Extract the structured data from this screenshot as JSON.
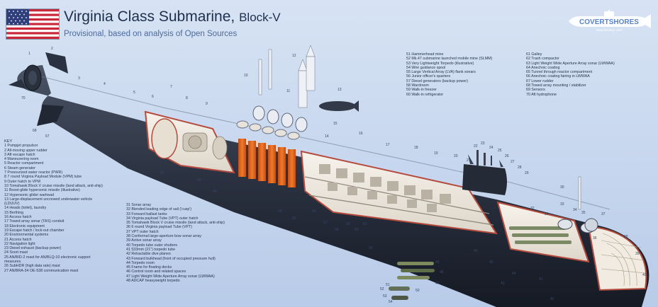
{
  "header": {
    "title": "Virginia Class Submarine,",
    "title_block": "Block-V",
    "subtitle": "Provisional, based on analysis of Open Sources",
    "logo_text": "COVERTSHORES",
    "logo_url": "www.hisutton.com"
  },
  "colors": {
    "hull": "#2c3342",
    "hull_dark": "#1d222d",
    "cutaway": "#f3eee6",
    "interior_red": "#b54a3d",
    "missile_tubes": "#e06a22",
    "background": "#cddbf0"
  },
  "key": {
    "heading": "KEY",
    "items": [
      "1 Pumpjet propulsor",
      "2 All-moving upper rudder",
      "3 Aft escape hatch",
      "4 Maneuvering room",
      "5 Reactor compartment",
      "6 Steam generator",
      "7 Pressurized water reactor (PWR)",
      "8 7 round Virginia Payload Module (VPM) tube",
      "9 Outer hatch to VPM",
      "10 Tomahawk Block V cruise missile (land attack, anti-ship)",
      "11 Boost-glide hypersonic missile (illustrative)",
      "12 Hypersonic glider warhead",
      "13 Large-displacement uncrewed underwater vehicle (LDUUV)",
      "14 Heads (toilet), laundry",
      "15 Berthing",
      "16 Access hatch",
      "17 Towed array sonar (TAS) conduit",
      "18 Electronic equipment",
      "19 Escape hatch / lock-out chamber",
      "20 Environmental systems",
      "21 Access hatch",
      "22 Navigation light",
      "23 Diesel exhaust (backup power)",
      "24 Snort mast",
      "25 AN/BID-2 mast for AN/BLQ-10 electronic support measures",
      "26 SubHDR (high data rate) mast",
      "27 AN/BRA-34 OE-538 communication mast"
    ]
  },
  "key_col2": [
    "31 Sonar array",
    "32 Blended leading edge of sail ('cusp')",
    "33 Forward ballast tanks",
    "34 Virginia payload Tube (VPT) outer hatch",
    "35 Tomahawk Block V cruise missile (land attack, anti-ship)",
    "36 6 round Virginia payload Tube (VPT)",
    "37 VPT outer hatch",
    "38 Conformal large-aperture bow sonar array",
    "39 Active sonar array",
    "40 Torpedo tube outer shutters",
    "41 533mm (21\") torpedo tube",
    "42 Retractable dive planes",
    "43 Forward bulkhead (front of occupied pressure hull)",
    "44 Torpedo room",
    "45 Frame for floating decks",
    "46 Control room and related spaces",
    "47 Light Weight Wide Aperture Array sonar (LWWAA)",
    "48 ADCAP heavyweight torpedo"
  ],
  "key_col3": [
    "51 Hammerhead mine",
    "52 Mk.47 submarine launched mobile mine (SLMM)",
    "53 Very Lightweight Torpedo (illustrative)",
    "54 Wire guidance spool",
    "55 Large Vertical Array (LVA) flank sonars",
    "56 Junior officer's quarters",
    "57 Diesel generators (backup power)",
    "58 Wardroom",
    "59 Walk-in freezer",
    "60 Walk-in refrigerator"
  ],
  "key_col4": [
    "61 Galley",
    "62 Trash compactor",
    "63 Light Weight Wide Aperture Array sonar (LWWAA)",
    "64 Anechoic coating",
    "65 Tunnel through reactor compartment",
    "66 Anechoic coating fairing in LWWAA",
    "67 Lower rudder",
    "68 Towed array mounting / stabilizer",
    "69 Sensors",
    "70 Aft hydrophone"
  ],
  "callouts": [
    "1",
    "2",
    "3",
    "4",
    "5",
    "6",
    "7",
    "8",
    "9",
    "10",
    "11",
    "12",
    "13",
    "14",
    "15",
    "16",
    "17",
    "18",
    "19",
    "20",
    "21",
    "22",
    "23",
    "24",
    "25",
    "26",
    "27",
    "28",
    "29",
    "30",
    "31",
    "32",
    "33",
    "34",
    "35",
    "36",
    "37",
    "38",
    "39",
    "40",
    "41",
    "42",
    "43",
    "44",
    "45",
    "46",
    "47",
    "48",
    "49",
    "50",
    "51",
    "52",
    "53",
    "54",
    "55",
    "56",
    "57",
    "58",
    "59",
    "60",
    "61",
    "62",
    "63",
    "64",
    "65",
    "66",
    "67",
    "68",
    "69",
    "70"
  ]
}
